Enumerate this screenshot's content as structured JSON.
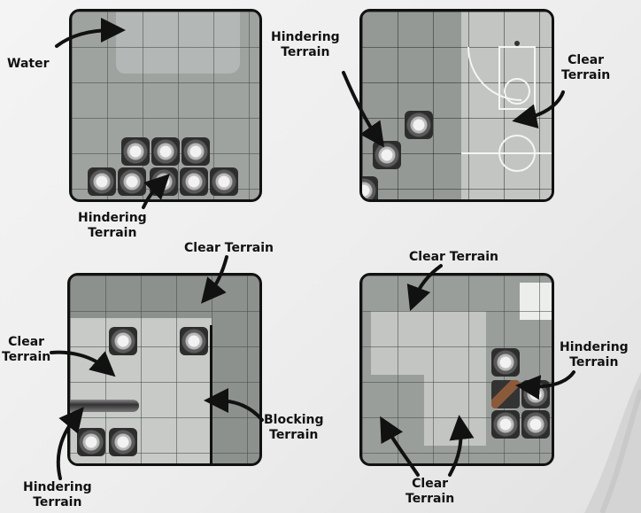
{
  "labels": {
    "water": "Water",
    "p2_hindering_1": "Hindering",
    "p2_hindering_2": "Terrain",
    "p2_clear_1": "Clear",
    "p2_clear_2": "Terrain",
    "p1_hindering_1": "Hindering",
    "p1_hindering_2": "Terrain",
    "p3_clear_top": "Clear Terrain",
    "p3_clear_left_1": "Clear",
    "p3_clear_left_2": "Terrain",
    "p3_blocking_1": "Blocking",
    "p3_blocking_2": "Terrain",
    "p3_hindering_1": "Hindering",
    "p3_hindering_2": "Terrain",
    "p4_clear_top": "Clear Terrain",
    "p4_hindering_1": "Hindering",
    "p4_hindering_2": "Terrain",
    "p4_clear_bottom_1": "Clear",
    "p4_clear_bottom_2": "Terrain"
  },
  "colors": {
    "panel_border": "#111111",
    "clear_tile": "#c7cac6",
    "dark_tile": "#8d918e",
    "water": "#b3b7b5",
    "label_text": "#111111"
  }
}
